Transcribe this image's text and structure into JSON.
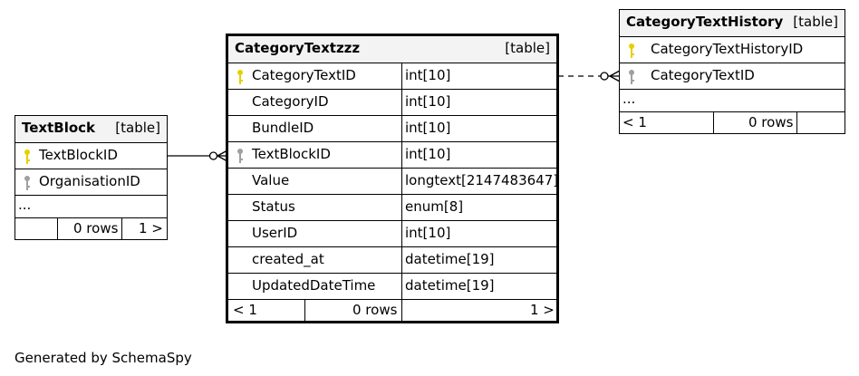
{
  "tables": {
    "textblock": {
      "name": "TextBlock",
      "kind": "[table]",
      "columns": [
        {
          "name": "TextBlockID",
          "key": "primary"
        },
        {
          "name": "OrganisationID",
          "key": "foreign"
        }
      ],
      "ellipsis": "...",
      "footer": {
        "rows": "0 rows",
        "next": "1 >"
      }
    },
    "categorytext": {
      "name": "CategoryTextzzz",
      "kind": "[table]",
      "columns": [
        {
          "name": "CategoryTextID",
          "type": "int[10]",
          "key": "primary"
        },
        {
          "name": "CategoryID",
          "type": "int[10]",
          "key": "none"
        },
        {
          "name": "BundleID",
          "type": "int[10]",
          "key": "none"
        },
        {
          "name": "TextBlockID",
          "type": "int[10]",
          "key": "foreign"
        },
        {
          "name": "Value",
          "type": "longtext[2147483647]",
          "key": "none"
        },
        {
          "name": "Status",
          "type": "enum[8]",
          "key": "none"
        },
        {
          "name": "UserID",
          "type": "int[10]",
          "key": "none"
        },
        {
          "name": "created_at",
          "type": "datetime[19]",
          "key": "none"
        },
        {
          "name": "UpdatedDateTime",
          "type": "datetime[19]",
          "key": "none"
        }
      ],
      "footer": {
        "prev": "< 1",
        "rows": "0 rows",
        "next": "1 >"
      }
    },
    "history": {
      "name": "CategoryTextHistory",
      "kind": "[table]",
      "columns": [
        {
          "name": "CategoryTextHistoryID",
          "key": "primary"
        },
        {
          "name": "CategoryTextID",
          "key": "foreign"
        }
      ],
      "ellipsis": "...",
      "footer": {
        "prev": "< 1",
        "rows": "0 rows"
      }
    }
  },
  "generated_by": "Generated by SchemaSpy",
  "colors": {
    "primary_key": "#e6d000",
    "foreign_key": "#a0a0a0",
    "header_bg": "#f3f3f3"
  }
}
